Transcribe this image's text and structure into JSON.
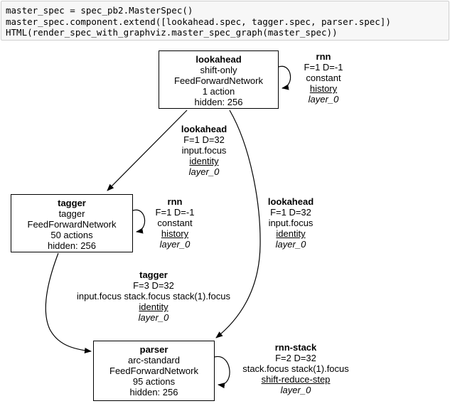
{
  "colors": {
    "code_cell_bg": "#f7f7f7",
    "code_cell_border": "#cfcfcf",
    "diagram_ink": "#000000"
  },
  "code_cell": {
    "lines": [
      "master_spec = spec_pb2.MasterSpec()",
      "master_spec.component.extend([lookahead.spec, tagger.spec, parser.spec])",
      "HTML(render_spec_with_graphviz.master_spec_graph(master_spec))"
    ]
  },
  "graph": {
    "nodes": [
      {
        "id": "lookahead",
        "title": "lookahead",
        "lines": [
          "shift-only",
          "FeedForwardNetwork",
          "1 action",
          "hidden: 256"
        ]
      },
      {
        "id": "tagger",
        "title": "tagger",
        "lines": [
          "tagger",
          "FeedForwardNetwork",
          "50 actions",
          "hidden: 256"
        ]
      },
      {
        "id": "parser",
        "title": "parser",
        "lines": [
          "arc-standard",
          "FeedForwardNetwork",
          "95 actions",
          "hidden: 256"
        ]
      }
    ],
    "edge_labels": [
      {
        "id": "rnn-lookahead",
        "title": "rnn",
        "line1": "F=1 D=-1",
        "line2": "constant",
        "link": "history",
        "layer": "layer_0"
      },
      {
        "id": "lookahead-to-tagger",
        "title": "lookahead",
        "line1": "F=1 D=32",
        "line2": "input.focus",
        "link": "identity",
        "layer": "layer_0"
      },
      {
        "id": "rnn-tagger",
        "title": "rnn",
        "line1": "F=1 D=-1",
        "line2": "constant",
        "link": "history",
        "layer": "layer_0"
      },
      {
        "id": "lookahead-to-parser",
        "title": "lookahead",
        "line1": "F=1 D=32",
        "line2": "input.focus",
        "link": "identity",
        "layer": "layer_0"
      },
      {
        "id": "tagger-to-parser",
        "title": "tagger",
        "line1": "F=3 D=32",
        "line2": "input.focus stack.focus stack(1).focus",
        "link": "identity",
        "layer": "layer_0"
      },
      {
        "id": "rnn-stack-parser",
        "title": "rnn-stack",
        "line1": "F=2 D=32",
        "line2": "stack.focus stack(1).focus",
        "link": "shift-reduce-step",
        "layer": "layer_0"
      }
    ]
  }
}
